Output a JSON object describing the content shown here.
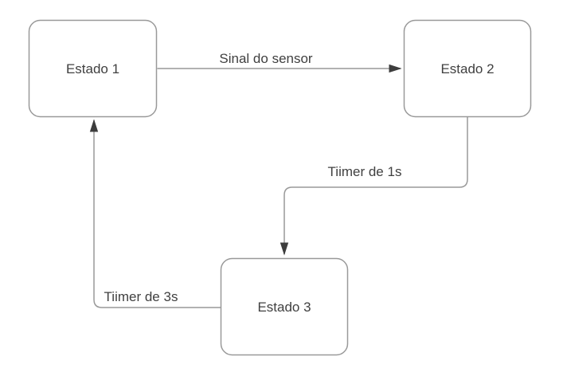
{
  "diagram": {
    "type": "state-machine-flowchart",
    "colors": {
      "background": "#ffffff",
      "node_border": "#999999",
      "edge_line": "#999999",
      "arrowhead": "#3d3d3d",
      "text": "#404040"
    },
    "nodes": [
      {
        "id": "estado-1",
        "label": "Estado 1"
      },
      {
        "id": "estado-2",
        "label": "Estado 2"
      },
      {
        "id": "estado-3",
        "label": "Estado 3"
      }
    ],
    "edges": [
      {
        "from": "estado-1",
        "to": "estado-2",
        "label": "Sinal do sensor"
      },
      {
        "from": "estado-2",
        "to": "estado-3",
        "label": "Tiimer de 1s"
      },
      {
        "from": "estado-3",
        "to": "estado-1",
        "label": "Tiimer de 3s"
      }
    ]
  }
}
